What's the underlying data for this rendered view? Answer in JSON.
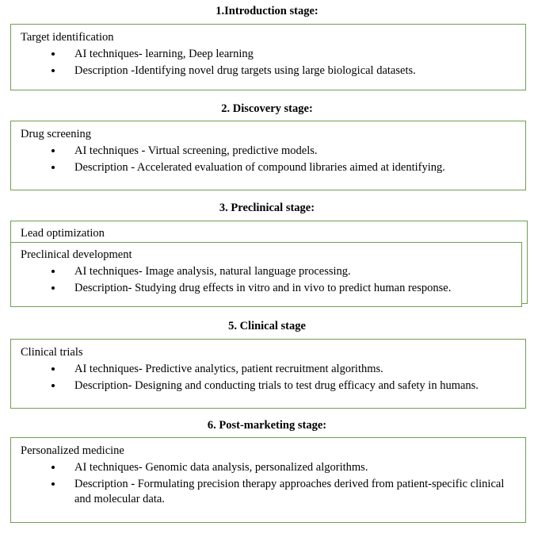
{
  "document": {
    "border_color": "#6f9f53",
    "text_color": "#000000",
    "background_color": "#ffffff"
  },
  "sections": [
    {
      "heading": "1.Introduction stage:",
      "box_title": "Target identification",
      "bullets": [
        "AI techniques- learning, Deep learning",
        "Description -Identifying novel drug targets using large biological datasets."
      ]
    },
    {
      "heading": "2. Discovery stage:",
      "box_title": "Drug screening",
      "bullets": [
        "AI techniques - Virtual screening, predictive models.",
        "Description - Accelerated evaluation of compound libraries aimed at identifying."
      ]
    },
    {
      "heading": "3. Preclinical stage:",
      "outer_box_title": "Lead optimization",
      "box_title": "Preclinical development",
      "bullets": [
        "AI techniques- Image analysis, natural language processing.",
        "Description- Studying drug effects in vitro and in vivo to predict human response."
      ]
    },
    {
      "heading": "5. Clinical stage",
      "box_title": "Clinical trials",
      "bullets": [
        "AI techniques- Predictive analytics, patient recruitment algorithms.",
        "Description- Designing and conducting trials to test drug efficacy and safety in humans."
      ]
    },
    {
      "heading": "6. Post-marketing stage:",
      "box_title": "Personalized medicine",
      "bullets": [
        "AI techniques- Genomic data analysis, personalized algorithms.",
        "Description - Formulating precision therapy approaches derived from patient-specific clinical and molecular data."
      ]
    }
  ]
}
